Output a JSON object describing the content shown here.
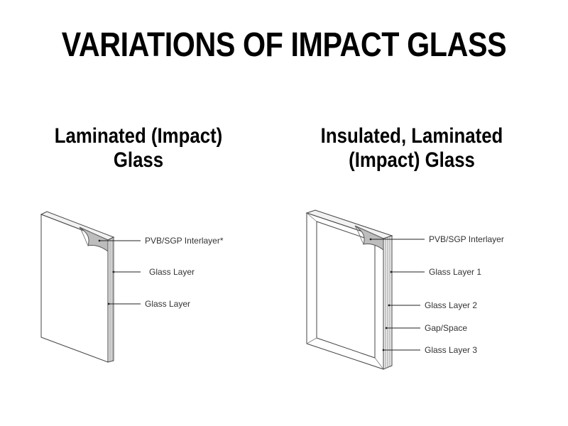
{
  "title": "VARIATIONS OF IMPACT GLASS",
  "left_panel": {
    "heading_line1": "Laminated (Impact)",
    "heading_line2": "Glass",
    "labels": {
      "interlayer": "PVB/SGP Interlayer*",
      "glass1": "Glass Layer",
      "glass2": "Glass Layer"
    }
  },
  "right_panel": {
    "heading_line1": "Insulated, Laminated",
    "heading_line2": "(Impact) Glass",
    "labels": {
      "interlayer": "PVB/SGP Interlayer",
      "glass1": "Glass Layer 1",
      "glass2": "Glass Layer 2",
      "gap": "Gap/Space",
      "glass3": "Glass Layer 3"
    }
  },
  "colors": {
    "line": "#444444",
    "interlayer_fill": "#b8b8b8",
    "pane_fill": "#ffffff"
  }
}
